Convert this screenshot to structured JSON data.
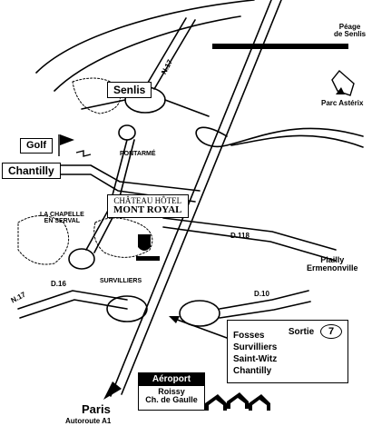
{
  "roads": {
    "n17_upper": "N.17",
    "n17_lower": "N.17",
    "d118": "D.118",
    "d16": "D.16",
    "d10": "D.10"
  },
  "places": {
    "peage": [
      "Péage",
      "de Senlis"
    ],
    "parc_asterix": "Parc Astérix",
    "senlis": "Senlis",
    "golf": "Golf",
    "chantilly": "Chantilly",
    "pontarme": "PONTARMÉ",
    "la_chapelle": [
      "LA CHAPELLE",
      "EN SERVAL"
    ],
    "survilliers": "SURVILLIERS",
    "plailly": [
      "Plailly",
      "Ermenonville"
    ],
    "paris": "Paris",
    "autoroute": "Autoroute A1"
  },
  "hotel": {
    "line1": "CHÂTEAU HÔTEL",
    "line2": "MONT ROYAL"
  },
  "exit_sign": {
    "label": "Sortie",
    "number": "7",
    "destinations": [
      "Fosses",
      "Survilliers",
      "Saint-Witz",
      "Chantilly"
    ]
  },
  "airport": {
    "title": "Aéroport",
    "lines": [
      "Roissy",
      "Ch. de Gaulle"
    ]
  },
  "icons": [
    "golf-flag-icon",
    "plane-icon",
    "hotel-crest-icon",
    "asterix-park-icon"
  ]
}
